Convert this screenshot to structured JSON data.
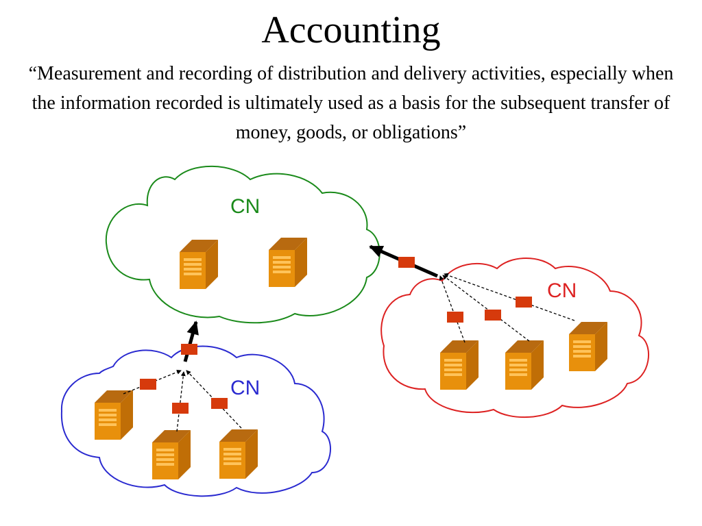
{
  "title": "Accounting",
  "definition": "“Measurement and recording of distribution and delivery activities, especially when the information recorded is ultimately used as a basis for the subsequent transfer of money, goods, or obligations”",
  "diagram": {
    "clouds": [
      {
        "id": "top",
        "label": "CN",
        "color": "#1a8a1a"
      },
      {
        "id": "left",
        "label": "CN",
        "color": "#2a2ad0"
      },
      {
        "id": "right",
        "label": "CN",
        "color": "#dd2222"
      }
    ],
    "icons": {
      "server": "server-icon",
      "record": "accounting-record-icon"
    },
    "colors": {
      "server_front": "#e8900c",
      "server_side": "#c06e06",
      "server_top": "#b86a10",
      "server_stripe": "#ffc35a",
      "record": "#d63a0c",
      "arrow": "#000000"
    }
  }
}
